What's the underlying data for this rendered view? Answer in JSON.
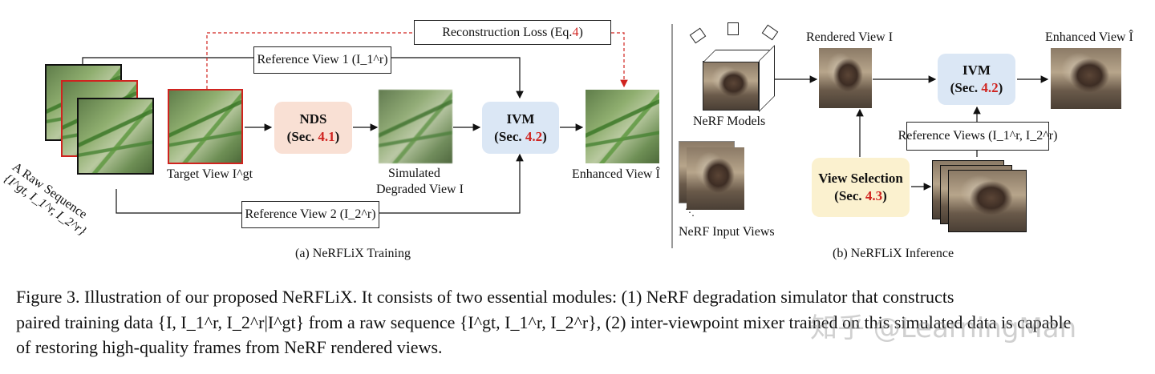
{
  "training": {
    "raw_sequence_label": "A Raw Sequence",
    "raw_sequence_set": "{I^gt, I_1^r, I_2^r}",
    "target_view_label": "Target View I^gt",
    "nds": {
      "title": "NDS",
      "sec_prefix": "(Sec. ",
      "sec_num": "4.1",
      "sec_suffix": ")"
    },
    "simulated_line1": "Simulated",
    "simulated_line2": "Degraded View I",
    "ivm": {
      "title": "IVM",
      "sec_prefix": "(Sec. ",
      "sec_num": "4.2",
      "sec_suffix": ")"
    },
    "enhanced_label": "Enhanced View Î",
    "reconstruction_prefix": "Reconstruction Loss (Eq.",
    "reconstruction_num": "4",
    "reconstruction_suffix": ")",
    "ref_view_1": "Reference View 1 (I_1^r)",
    "ref_view_2": "Reference View 2 (I_2^r)",
    "caption": "(a)  NeRFLiX Training"
  },
  "inference": {
    "nerf_models_label": "NeRF Models",
    "nerf_input_views_label": "NeRF Input Views",
    "rendered_view_label": "Rendered View I",
    "ivm": {
      "title": "IVM",
      "sec_prefix": "(Sec. ",
      "sec_num": "4.2",
      "sec_suffix": ")"
    },
    "enhanced_label": "Enhanced View Î",
    "reference_views": "Reference Views (I_1^r, I_2^r)",
    "view_selection": {
      "title": "View Selection",
      "sec_prefix": "(Sec. ",
      "sec_num": "4.3",
      "sec_suffix": ")"
    },
    "caption": "(b)  NeRFLiX Inference"
  },
  "figure_caption": {
    "line1": "Figure 3.  Illustration of our proposed NeRFLiX. It consists of two essential modules: (1) NeRF degradation simulator that constructs",
    "line2": "paired training data {I, I_1^r, I_2^r|I^gt} from a raw sequence {I^gt, I_1^r, I_2^r}, (2) inter-viewpoint mixer trained on this simulated data is capable",
    "line3": "of restoring high-quality frames from NeRF rendered views."
  },
  "watermark": "知乎 @LearningMan",
  "colors": {
    "red_accent": "#d0231f",
    "nds_fill": "#f9e0d4",
    "ivm_fill": "#dbe7f5",
    "view_selection_fill": "#fbf1cf"
  }
}
